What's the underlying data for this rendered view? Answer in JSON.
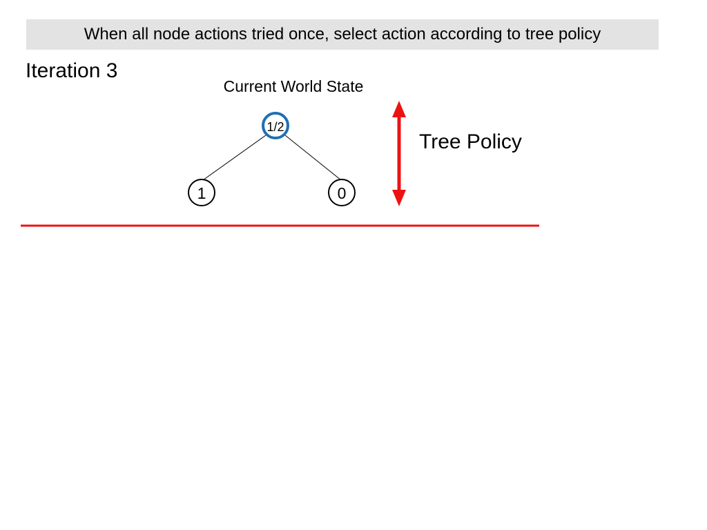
{
  "slide": {
    "banner_text": "When all node actions tried once, select action according to tree policy",
    "iteration_label": "Iteration 3"
  },
  "tree": {
    "root_caption": "Current World State",
    "root": {
      "label": "1/2",
      "border_color": "#1f6fb5"
    },
    "children": [
      {
        "label": "1"
      },
      {
        "label": "0"
      }
    ]
  },
  "policy": {
    "label": "Tree Policy",
    "arrow_color": "#ee1111"
  },
  "separator": {
    "color": "#ee1111"
  }
}
